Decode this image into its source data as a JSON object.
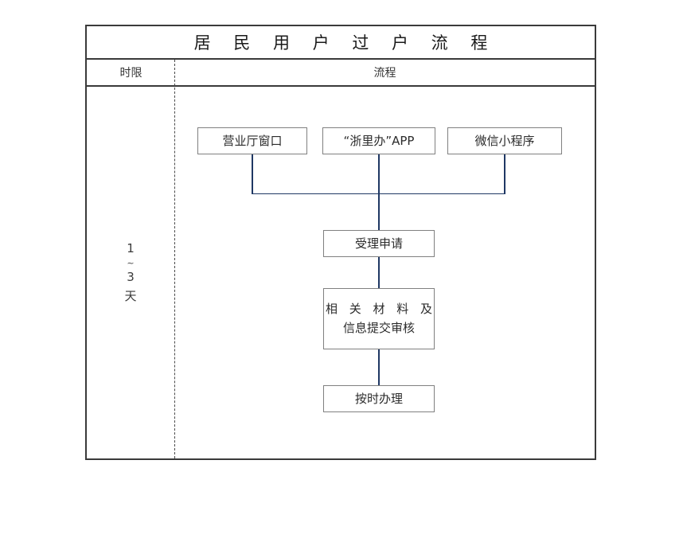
{
  "document": {
    "title": "居 民 用 户 过 户 流 程"
  },
  "table": {
    "headers": {
      "time_limit": "时限",
      "process": "流程"
    }
  },
  "time_limit": {
    "lines": [
      "1",
      "~",
      "3",
      "天"
    ],
    "value_min": "1",
    "range_mark": "~",
    "value_max": "3",
    "unit": "天"
  },
  "flowchart": {
    "type": "flowchart",
    "connector_color": "#1F3864",
    "node_border_color": "#808080",
    "frame_color": "#3A3A3A",
    "entry_nodes": [
      {
        "id": "hall",
        "label": "营业厅窗口"
      },
      {
        "id": "app",
        "label": "“浙里办”APP"
      },
      {
        "id": "wechat",
        "label": "微信小程序"
      }
    ],
    "steps": [
      {
        "id": "accept",
        "label": "受理申请"
      },
      {
        "id": "materials",
        "label_line1": "相 关 材 料 及",
        "label_line2": "信息提交审核"
      },
      {
        "id": "process",
        "label": "按时办理"
      }
    ]
  }
}
